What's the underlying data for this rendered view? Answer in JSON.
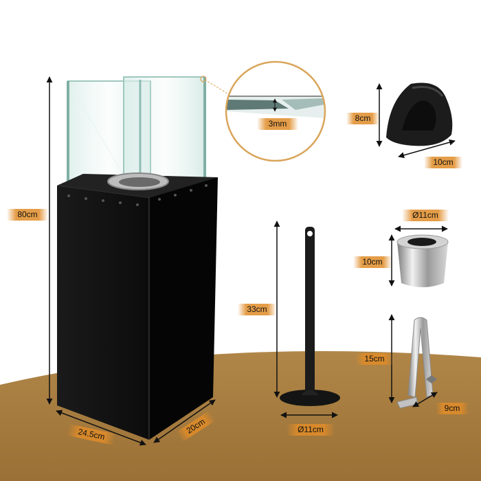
{
  "dimensions": {
    "fireplace_height": "80cm",
    "fireplace_width": "24.5cm",
    "fireplace_depth": "20cm",
    "glass_thickness": "3mm",
    "glove_height": "8cm",
    "glove_width": "10cm",
    "burner_diameter": "Ø11cm",
    "burner_height": "10cm",
    "snuffer_height": "33cm",
    "snuffer_base_diameter": "Ø11cm",
    "tongs_length": "15cm",
    "tongs_width": "9cm"
  },
  "colors": {
    "background": "#ffffff",
    "floor": "#a57c3e",
    "label_accent": "#e08c28",
    "fireplace_body": "#141414",
    "zoom_circle_border": "#d9a55a"
  }
}
